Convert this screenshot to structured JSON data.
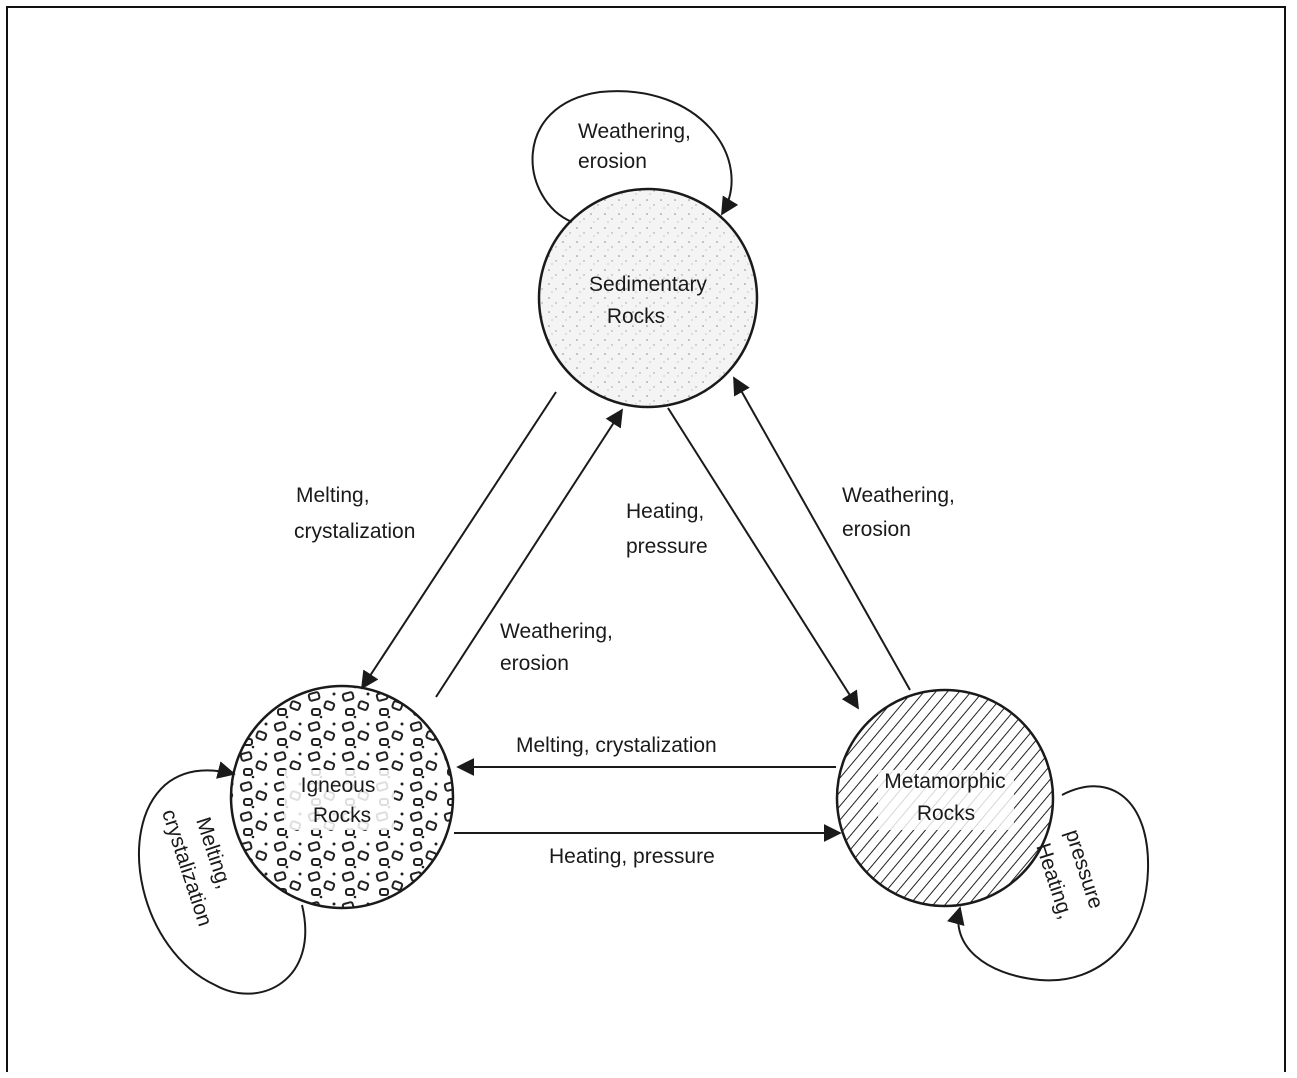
{
  "diagram": {
    "nodes": {
      "sedimentary": {
        "line1": "Sedimentary",
        "line2": "Rocks"
      },
      "igneous": {
        "line1": "Igneous",
        "line2": "Rocks"
      },
      "metamorphic": {
        "line1": "Metamorphic",
        "line2": "Rocks"
      }
    },
    "edges": {
      "sed_self": {
        "line1": "Weathering,",
        "line2": "erosion"
      },
      "sed_to_ign": {
        "line1": "Melting,",
        "line2": "crystalization"
      },
      "ign_to_sed": {
        "line1": "Weathering,",
        "line2": "erosion"
      },
      "sed_to_met": {
        "line1": "Heating,",
        "line2": "pressure"
      },
      "met_to_sed": {
        "line1": "Weathering,",
        "line2": "erosion"
      },
      "met_to_ign": {
        "line1": "Melting, crystalization"
      },
      "ign_to_met": {
        "line1": "Heating, pressure"
      },
      "ign_self": {
        "line1": "Melting,",
        "line2": "crystalization"
      },
      "met_self": {
        "line1": "Heating,",
        "line2": "pressure"
      }
    }
  }
}
